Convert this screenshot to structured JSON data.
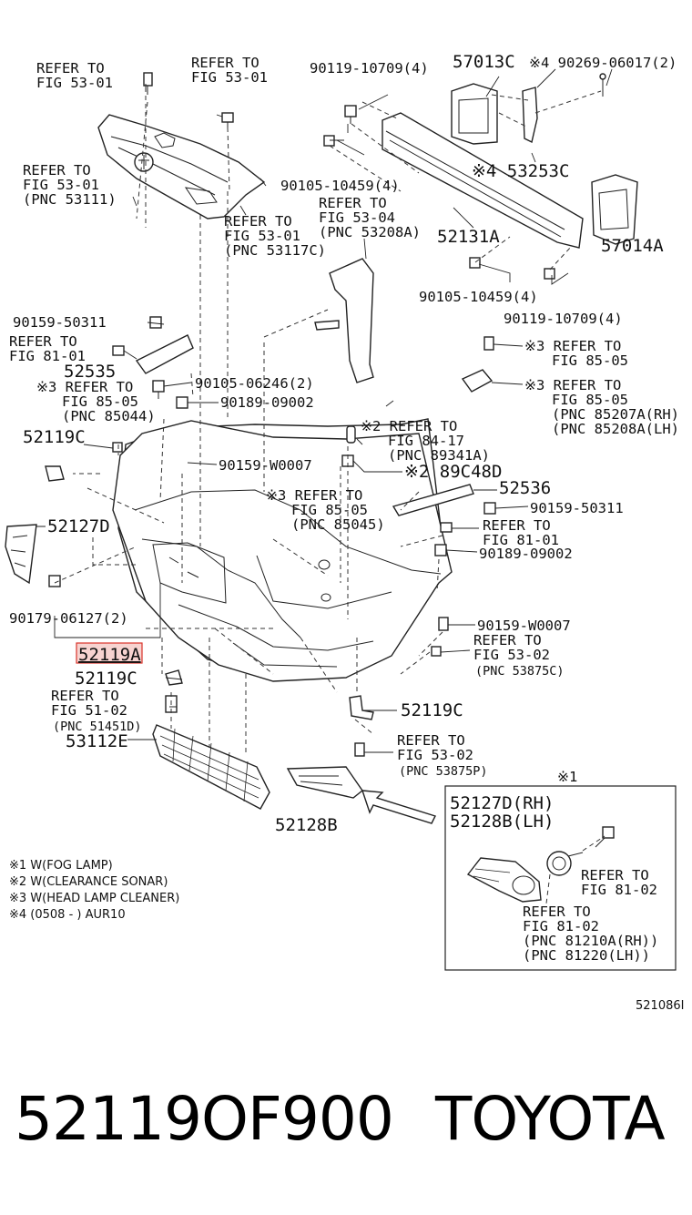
{
  "callouts": {
    "refer_5301_a": [
      "REFER TO",
      "FIG 53-01"
    ],
    "refer_5301_b": [
      "REFER TO",
      "FIG 53-01"
    ],
    "refer_5301_pnc53111": [
      "REFER TO",
      "FIG 53-01",
      "(PNC 53111)"
    ],
    "p90119_10709_top": "90119-10709(4)",
    "p57013C": "57013C",
    "p90269": "※4 90269-06017(2)",
    "p90105_10459_top": "90105-10459(4)",
    "refer_5304_pnc53208A": [
      "REFER TO",
      "FIG 53-04",
      "(PNC 53208A)"
    ],
    "p53253C": "※4 53253C",
    "refer_5301_pnc53117C": [
      "REFER TO",
      "FIG 53-01",
      "(PNC 53117C)"
    ],
    "p52131A": "52131A",
    "p57014A": "57014A",
    "p90105_10459_bot": "90105-10459(4)",
    "p90119_10709_bot": "90119-10709(4)",
    "p90159_50311_left": "90159-50311",
    "refer_8101_left": [
      "REFER TO",
      "FIG 81-01"
    ],
    "p52535": "52535",
    "refer_8505_pnc85044": [
      "※3 REFER TO",
      "FIG 85-05",
      "(PNC 85044)"
    ],
    "p90105_06246": "90105-06246(2)",
    "p90189_09002_left": "90189-09002",
    "refer_8505_r1": [
      "※3 REFER TO",
      "FIG 85-05"
    ],
    "refer_8505_r2": [
      "※3 REFER TO",
      "FIG 85-05",
      "(PNC 85207A(RH)",
      "(PNC 85208A(LH)"
    ],
    "refer_8417": [
      "※2 REFER TO",
      "FIG 84-17",
      "(PNC 89341A)"
    ],
    "p89C48D": "※2 89C48D",
    "p52119C_left": "52119C",
    "p90159_W0007_left": "90159-W0007",
    "p52536": "52536",
    "p90159_50311_right": "90159-50311",
    "refer_8505_pnc85045": [
      "※3 REFER TO",
      "FIG 85-05",
      "(PNC 85045)"
    ],
    "refer_8101_right": [
      "REFER TO",
      "FIG 81-01"
    ],
    "p90189_09002_right": "90189-09002",
    "p52127D": "52127D",
    "p90179_06127": "90179-06127(2)",
    "p90159_W0007_right": "90159-W0007",
    "refer_5302_a": [
      "REFER TO",
      "FIG 53-02",
      "(PNC 53875C)"
    ],
    "p52119A": "52119A",
    "p52119C_mid": "52119C",
    "refer_5102": [
      "REFER TO",
      "FIG 51-02",
      "(PNC 51451D)"
    ],
    "p52119C_right": "52119C",
    "p53112E": "53112E",
    "refer_5302_b": [
      "REFER TO",
      "FIG 53-02",
      "(PNC 53875P)"
    ],
    "p52128B": "52128B"
  },
  "inset": {
    "marker": "※1",
    "title_1": "52127D(RH)",
    "title_2": "52128B(LH)",
    "refer_a": [
      "REFER TO",
      "FIG 81-02"
    ],
    "refer_b": [
      "REFER TO",
      "FIG 81-02",
      "(PNC 81210A(RH))",
      "(PNC 81220(LH))"
    ]
  },
  "notes": [
    "※1 W(FOG LAMP)",
    "※2 W(CLEARANCE SONAR)",
    "※3 W(HEAD LAMP CLEANER)",
    "※4 (0508 -     ) AUR10"
  ],
  "diagram_id": "521086I",
  "footer": {
    "part_number": "52119OF900",
    "brand": "TOYOTA"
  },
  "colors": {
    "highlight": "#d9342b",
    "highlight_fill": "#f7d3d0",
    "line": "#222222"
  }
}
